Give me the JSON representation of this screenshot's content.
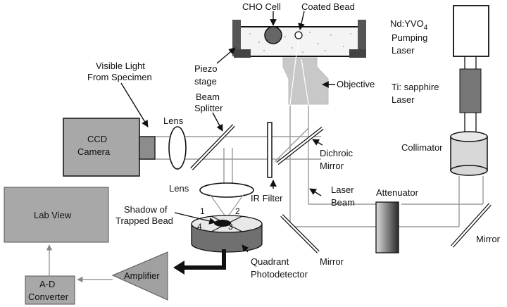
{
  "labels": {
    "cho_cell": "CHO Cell",
    "coated_bead": "Coated Bead",
    "laser_pump_1": "Nd:YVO",
    "laser_pump_sub": "4",
    "laser_pump_2": "Pumping",
    "laser_pump_3": "Laser",
    "ti_sapphire_1": "Ti: sapphire",
    "ti_sapphire_2": "Laser",
    "piezo_1": "Piezo",
    "piezo_2": "stage",
    "objective": "Objective",
    "visible_1": "Visible Light",
    "visible_2": "From Specimen",
    "beam_splitter_1": "Beam",
    "beam_splitter_2": "Splitter",
    "lens_top": "Lens",
    "ccd_1": "CCD",
    "ccd_2": "Camera",
    "collimator": "Collimator",
    "dichroic_1": "Dichroic",
    "dichroic_2": "Mirror",
    "lens_mid": "Lens",
    "ir_filter": "IR Filter",
    "laser_beam_1": "Laser",
    "laser_beam_2": "Beam",
    "attenuator": "Attenuator",
    "lab_view": "Lab View",
    "shadow_1": "Shadow of",
    "shadow_2": "Trapped Bead",
    "q1": "1",
    "q2": "2",
    "q3": "3",
    "q4": "4",
    "quadrant_1": "Quadrant",
    "quadrant_2": "Photodetector",
    "mirror_bottom": "Mirror",
    "mirror_right": "Mirror",
    "amplifier": "Amplifier",
    "adc_1": "A-D",
    "adc_2": "Converter"
  },
  "colors": {
    "box_fill": "#a8a8a8",
    "light_fill": "#d6d6d6",
    "dark_fill": "#6e6e6e",
    "line": "#111111",
    "beam": "#999999"
  }
}
